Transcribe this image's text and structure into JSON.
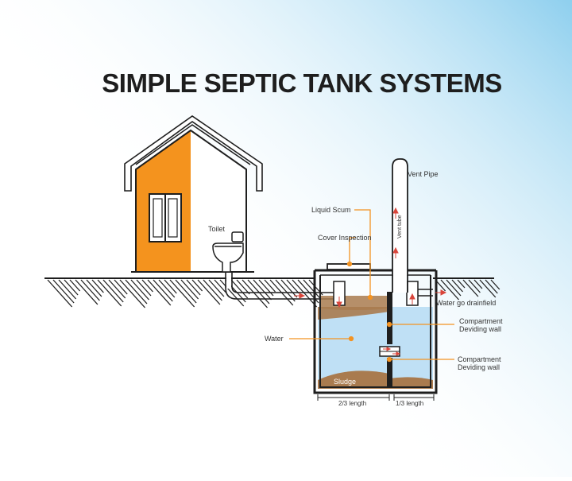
{
  "title": "SIMPLE SEPTIC TANK SYSTEMS",
  "labels": {
    "vent_pipe": "Vent Pipe",
    "vent_tube": "Vent tube",
    "liquid_scum": "Liquid Scum",
    "toilet": "Toilet",
    "cover_inspection": "Cover Inspection",
    "water_drainfield": "Water go drainfield",
    "compartment_1_line1": "Compartment",
    "compartment_1_line2": "Deviding wall",
    "water": "Water",
    "compartment_2_line1": "Compartment",
    "compartment_2_line2": "Deviding wall",
    "sludge": "Sludge",
    "length_left": "2/3 length",
    "length_right": "1/3 length"
  },
  "colors": {
    "sky": "#8ecfee",
    "house_orange": "#f4931e",
    "water_blue": "#bfe0f5",
    "sludge_brown": "#a97b4f",
    "leader_orange": "#f39322",
    "outline": "#1e1e1e",
    "flow_arrow": "#d9453b"
  }
}
